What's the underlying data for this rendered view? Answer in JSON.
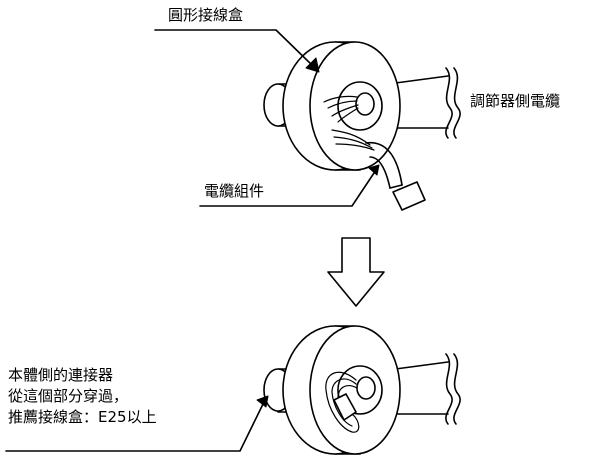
{
  "labels": {
    "junction_box": "圓形接線盒",
    "regulator_cable": "調節器側電纜",
    "cable_assembly": "電纜組件"
  },
  "note": {
    "line1": "本體側的連接器",
    "line2": "從這個部分穿過，",
    "line3": "推薦接線盒：E25以上"
  }
}
